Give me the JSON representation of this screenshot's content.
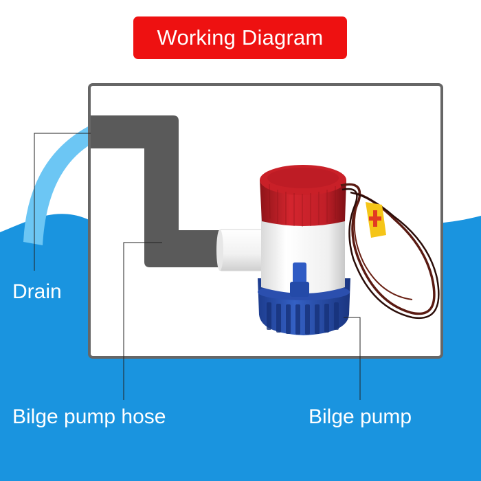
{
  "title": "Working Diagram",
  "labels": {
    "drain": "Drain",
    "hose": "Bilge pump hose",
    "pump": "Bilge pump"
  },
  "colors": {
    "banner": "#ee1111",
    "water": "#1a94df",
    "hose": "#5a5a5a",
    "pump_cap": "#c4202a",
    "pump_base": "#2b4fae",
    "pump_body": "#f4f4f4",
    "frame": "#666666",
    "label_text": "#ffffff"
  }
}
